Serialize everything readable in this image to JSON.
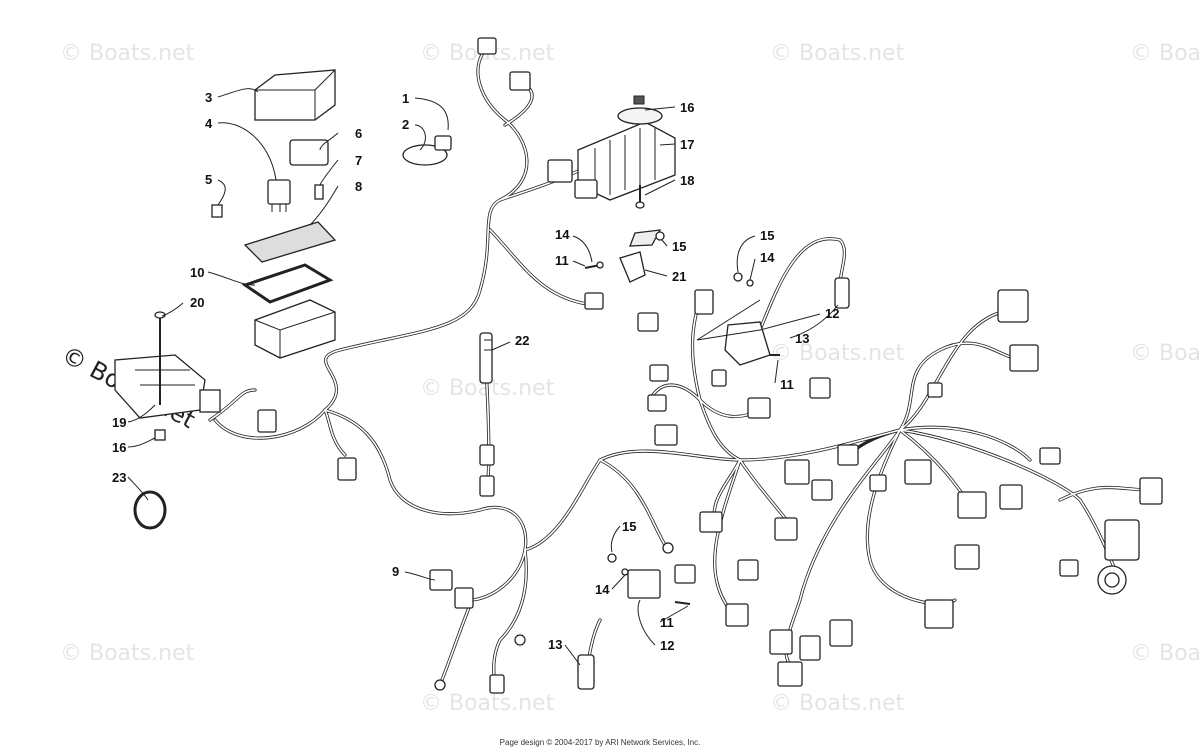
{
  "watermark": "© Boats.net",
  "credit": "Page design © 2004-2017 by ARI Network Services, Inc.",
  "callouts": [
    "1",
    "2",
    "3",
    "4",
    "5",
    "6",
    "7",
    "8",
    "9",
    "10",
    "11",
    "12",
    "13",
    "14",
    "15",
    "16",
    "17",
    "18",
    "19",
    "20",
    "21",
    "22",
    "23"
  ],
  "callout_labels": {
    "c1": "1",
    "c2": "2",
    "c3": "3",
    "c4": "4",
    "c5": "5",
    "c6": "6",
    "c7": "7",
    "c8": "8",
    "c9": "9",
    "c10": "10",
    "c11a": "11",
    "c11b": "11",
    "c11c": "11",
    "c12a": "12",
    "c12b": "12",
    "c13a": "13",
    "c13b": "13",
    "c14a": "14",
    "c14b": "14",
    "c14c": "14",
    "c15a": "15",
    "c15b": "15",
    "c15c": "15",
    "c16a": "16",
    "c16b": "16",
    "c17": "17",
    "c18": "18",
    "c19": "19",
    "c20": "20",
    "c21": "21",
    "c22": "22",
    "c23": "23"
  }
}
